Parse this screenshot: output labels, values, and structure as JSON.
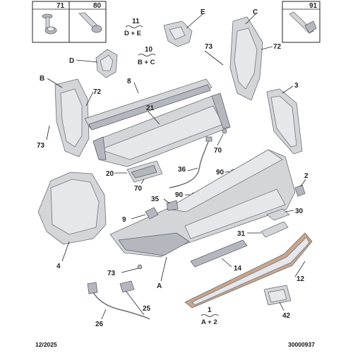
{
  "callouts": {
    "c71": "71",
    "c80": "80",
    "c91": "91",
    "cE": "E",
    "cC": "C",
    "cD": "D",
    "cB": "B",
    "cA": "A",
    "c73a": "73",
    "c72a": "72",
    "c72b": "72",
    "c73b": "73",
    "c73c": "73",
    "c8": "8",
    "c21": "21",
    "c3": "3",
    "c70a": "70",
    "c70b": "70",
    "c36": "36",
    "c90a": "90",
    "c90b": "90",
    "c20": "20",
    "c2": "2",
    "c35": "35",
    "c30": "30",
    "c9": "9",
    "c31": "31",
    "c4": "4",
    "c14": "14",
    "c12": "12",
    "c25": "25",
    "c26": "26",
    "c42": "42"
  },
  "groups": {
    "g11": {
      "number": "11",
      "formula": "D + E"
    },
    "g10": {
      "number": "10",
      "formula": "B + C"
    },
    "g1": {
      "number": "1",
      "formula": "A + 2"
    }
  },
  "footer": {
    "date": "12/2025",
    "reference": "30000937"
  }
}
